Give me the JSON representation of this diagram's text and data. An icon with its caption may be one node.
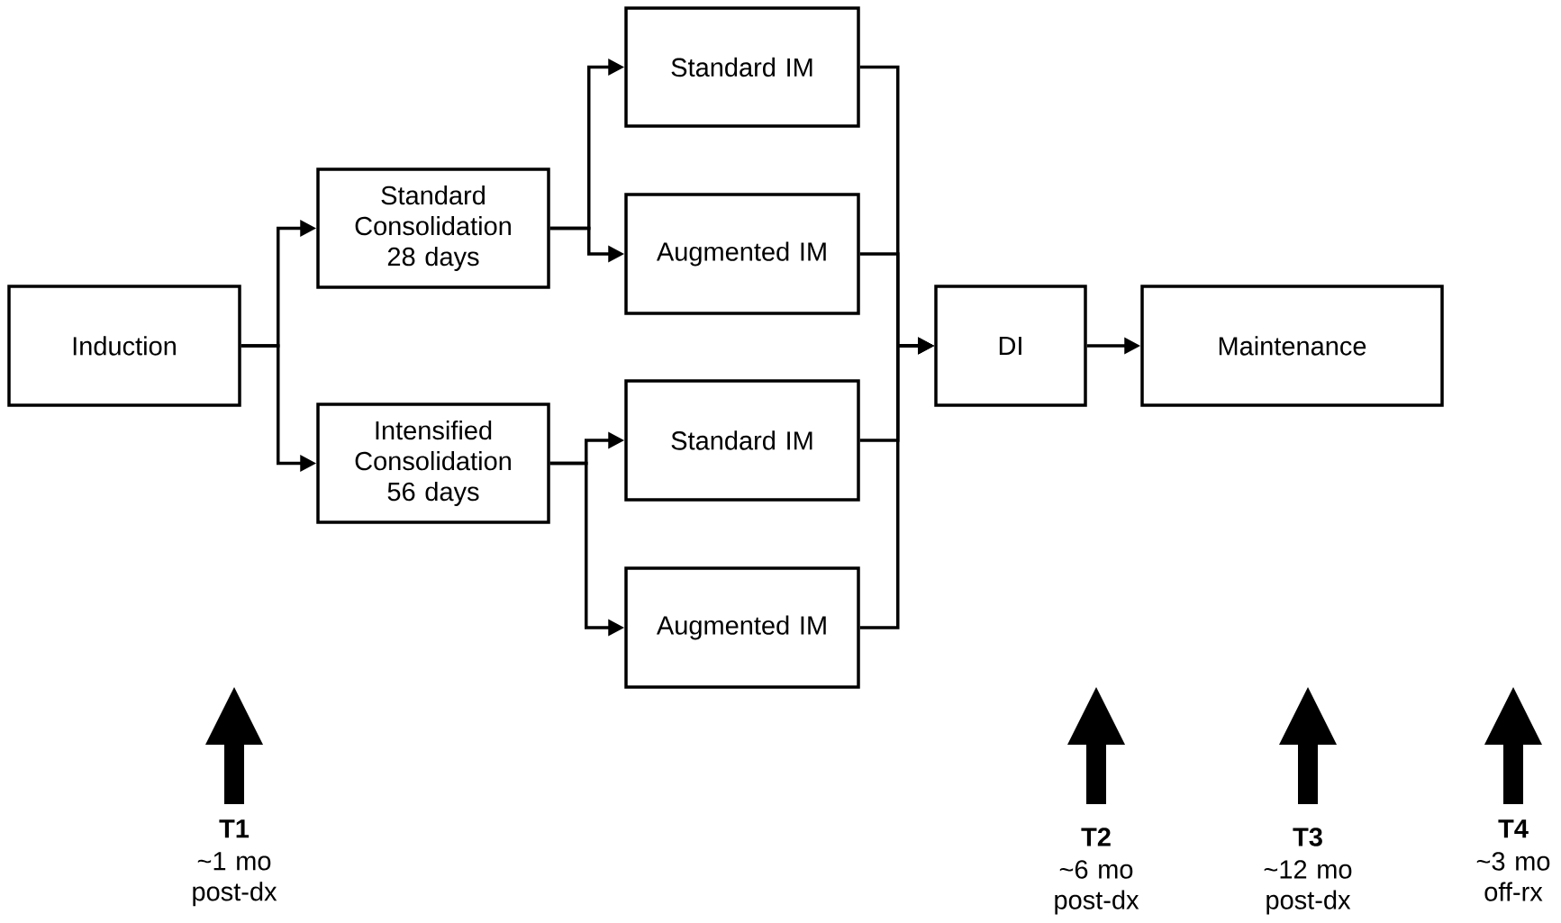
{
  "diagram": {
    "nodes": [
      {
        "text": [
          "Induction"
        ]
      },
      {
        "text": [
          "Standard Consolidation 28 days"
        ]
      },
      {
        "text": [
          "Intensified Consolidation 56 days"
        ]
      },
      {
        "text": [
          "Standard IM"
        ]
      },
      {
        "text": [
          "Augmented IM"
        ]
      },
      {
        "text": [
          "Standard IM"
        ]
      },
      {
        "text": [
          "Augmented IM"
        ]
      },
      {
        "text": [
          "DI"
        ]
      },
      {
        "text": [
          "Maintenance"
        ]
      }
    ],
    "edges": [
      {
        "from": 0,
        "to": 1,
        "arrow": "to"
      },
      {
        "from": 0,
        "to": 2,
        "arrow": "to"
      },
      {
        "from": 1,
        "to": 3,
        "arrow": "to"
      },
      {
        "from": 1,
        "to": 4,
        "arrow": "to"
      },
      {
        "from": 2,
        "to": 5,
        "arrow": "to"
      },
      {
        "from": 2,
        "to": 6,
        "arrow": "to"
      },
      {
        "from": 3,
        "to": 7,
        "arrow": "to"
      },
      {
        "from": 4,
        "to": 7,
        "arrow": "to"
      },
      {
        "from": 5,
        "to": 7,
        "arrow": "to"
      },
      {
        "from": 6,
        "to": 7,
        "arrow": "to"
      },
      {
        "from": 7,
        "to": 8,
        "arrow": "to"
      }
    ],
    "labels": [
      "T1",
      "~1 mo post-dx",
      "T2",
      "~6 mo post-dx",
      "T3",
      "~12 mo post-dx",
      "T4",
      "~3 mo off-rx"
    ]
  }
}
